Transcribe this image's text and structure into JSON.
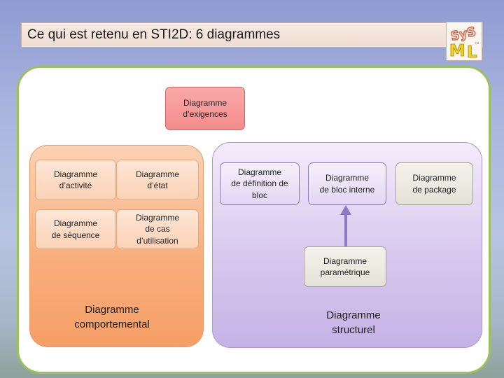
{
  "slide": {
    "title": "Ce qui est retenu en STI2D: 6 diagrammes"
  },
  "logo": {
    "text": "SysML",
    "tm": "TM"
  },
  "diagram": {
    "requirements": "Diagramme\nd’exigences",
    "behavior_zone_label": "Diagramme\ncomportemental",
    "structure_zone_label": "Diagramme\nstructurel",
    "activity": "Diagramme\nd’activité",
    "state": "Diagramme\nd’état",
    "sequence": "Diagramme\nde séquence",
    "use_case": "Diagramme\nde cas\nd’utilisation",
    "block_definition": "Diagramme\nde définition de\nbloc",
    "internal_block": "Diagramme\nde bloc interne",
    "package": "Diagramme\nde package",
    "parametric": "Diagramme\nparamétrique"
  },
  "colors": {
    "requirements": "#f58c8c",
    "behavior": "#f8ac7a",
    "structure": "#c6b2e6",
    "arrow": "#8e7ac4",
    "panel_border": "#9bc15a"
  }
}
